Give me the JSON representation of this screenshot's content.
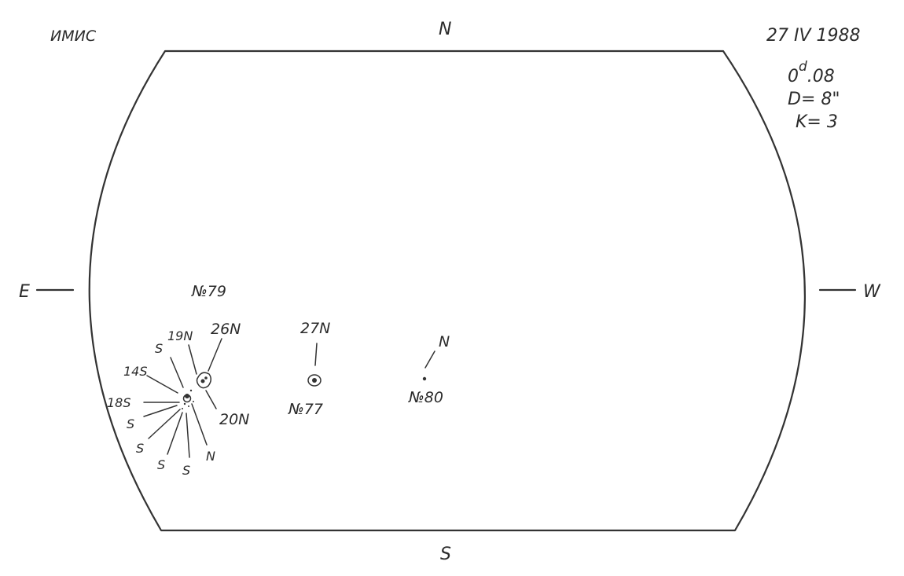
{
  "header": {
    "observatory": "ИМИС",
    "date": "27 IV 1988",
    "time_main": "0",
    "time_sup": "d",
    "time_frac": ".08",
    "diameter": "D= 8\"",
    "quality": "K= 3"
  },
  "directions": {
    "north": "N",
    "south": "S",
    "east": "E",
    "west": "W"
  },
  "groups": [
    {
      "number": "№79",
      "labels": [
        "19N",
        "26N",
        "S",
        "14S",
        "18S",
        "S",
        "S",
        "S",
        "S",
        "N",
        "20N"
      ]
    },
    {
      "number": "№77",
      "labels": [
        "27N"
      ]
    },
    {
      "number": "№80",
      "labels": [
        "N"
      ]
    }
  ],
  "colors": {
    "ink": "#333333",
    "paper": "#ffffff"
  }
}
